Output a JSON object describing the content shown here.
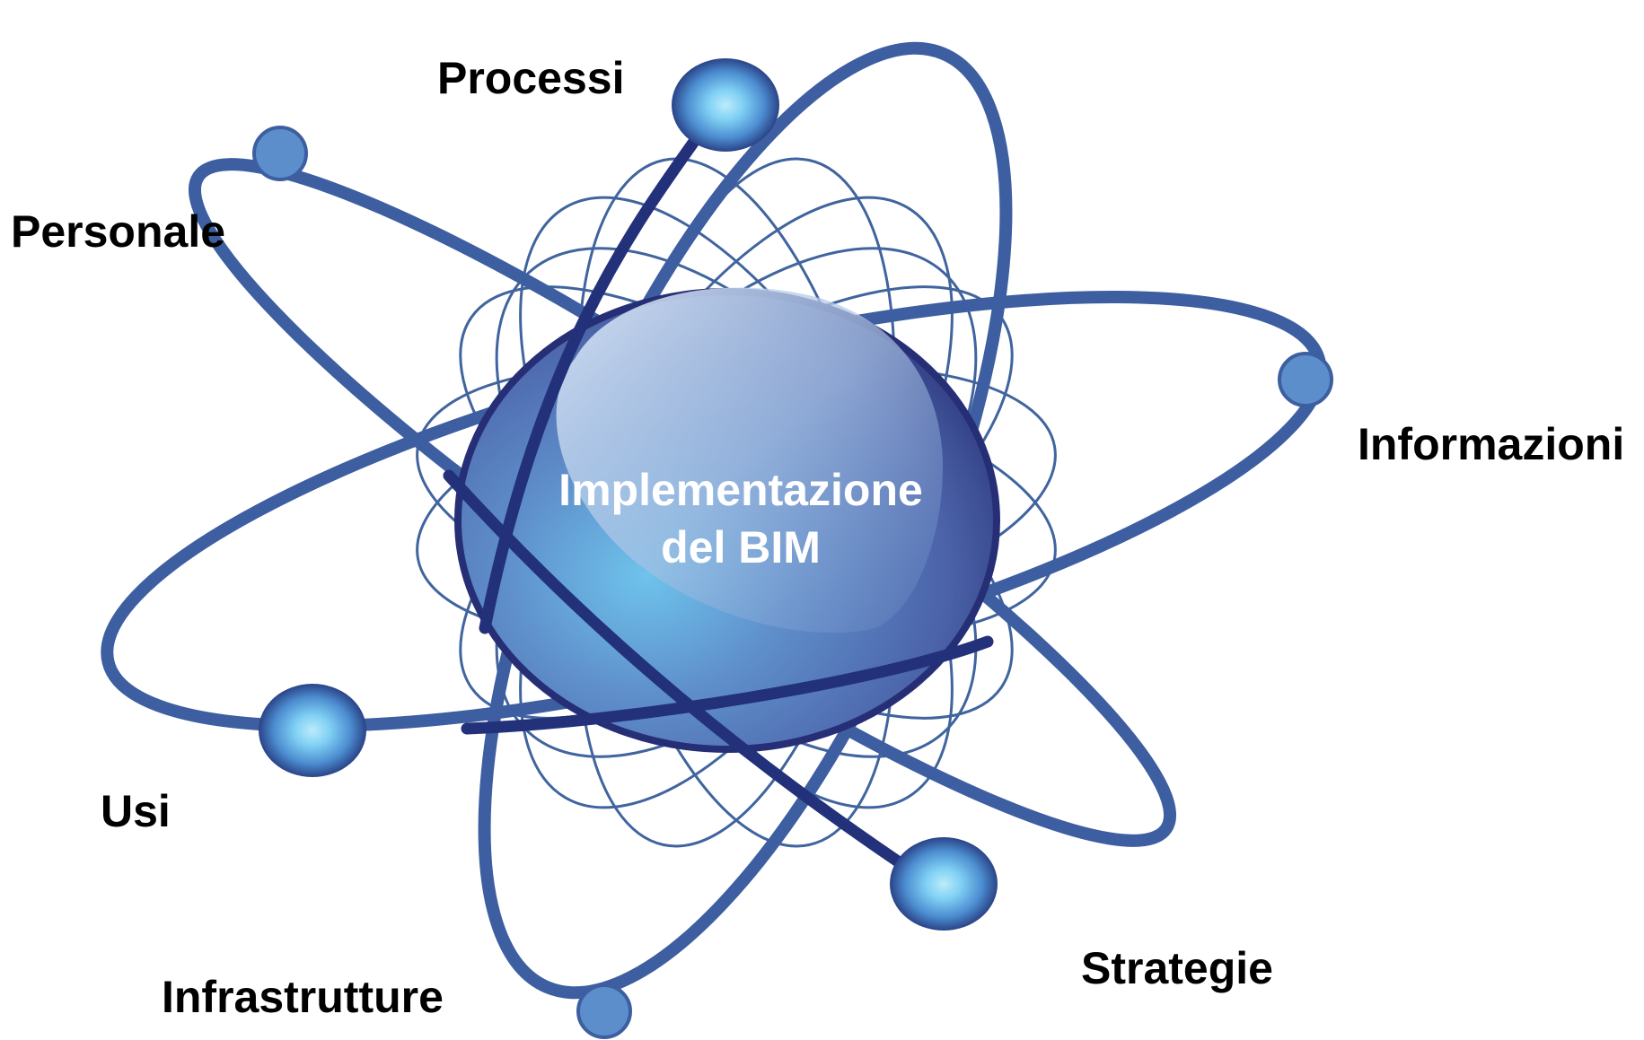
{
  "diagram": {
    "center": {
      "line1": "Implementazione",
      "line2": "del BIM"
    },
    "nodes": [
      {
        "id": "processi",
        "label": "Processi"
      },
      {
        "id": "personale",
        "label": "Personale"
      },
      {
        "id": "informazioni",
        "label": "Informazioni"
      },
      {
        "id": "usi",
        "label": "Usi"
      },
      {
        "id": "infrastrutture",
        "label": "Infrastrutture"
      },
      {
        "id": "strategie",
        "label": "Strategie"
      }
    ],
    "colors": {
      "orbit_main": "#3D5EA0",
      "orbit_dark": "#22317A",
      "orbit_thin": "#40649E",
      "node_small": "#5B8ECB",
      "node_glow": "#8ED6F6",
      "node_dark": "#1F2E74",
      "nucleus_light": "#BFD3EC",
      "nucleus_mid": "#5F83C2",
      "nucleus_dark": "#2A347A"
    }
  }
}
